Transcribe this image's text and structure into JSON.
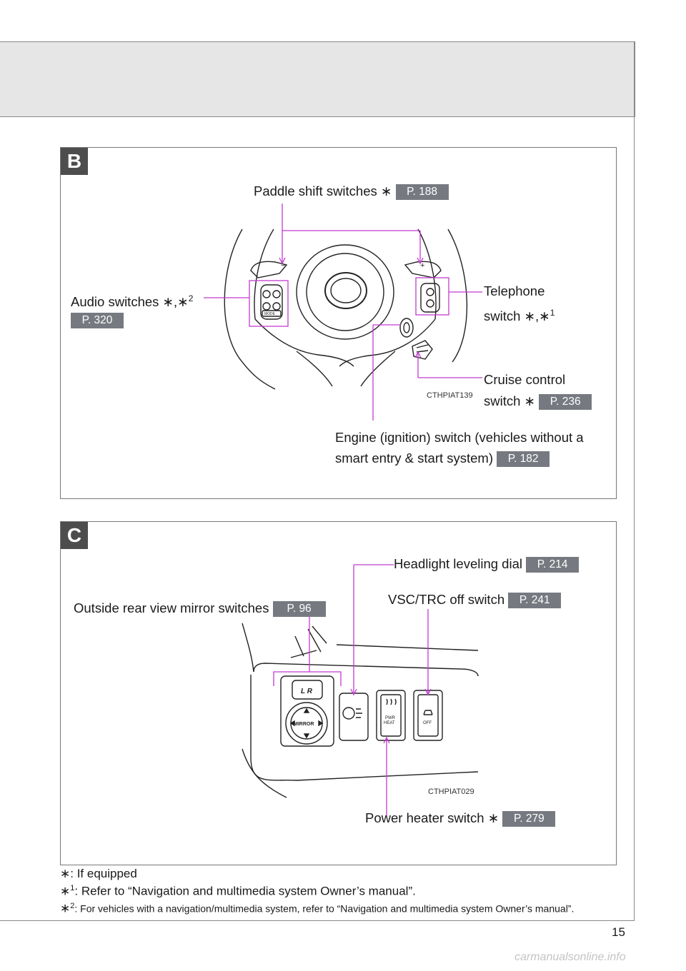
{
  "page_number": "15",
  "section_b": {
    "badge": "B",
    "paddle": {
      "text": "Paddle shift switches ∗",
      "ref": "P. 188"
    },
    "audio": {
      "text": "Audio switches ∗,∗",
      "sup": "2",
      "ref": "P. 320"
    },
    "telephone": {
      "line1": "Telephone",
      "line2": "switch ∗,∗",
      "sup": "1"
    },
    "cruise": {
      "line1": "Cruise control",
      "line2": "switch ∗",
      "ref": "P. 236"
    },
    "engine": {
      "line1": "Engine (ignition) switch (vehicles without a",
      "line2": "smart entry & start system)",
      "ref": "P. 182"
    },
    "illustration_code": "CTHPIAT139",
    "wheel_labels": {
      "minus": "−",
      "plus": "+",
      "mode": "MODE"
    }
  },
  "section_c": {
    "badge": "C",
    "headlight": {
      "text": "Headlight leveling dial",
      "ref": "P. 214"
    },
    "vsc": {
      "text": "VSC/TRC off switch",
      "ref": "P. 241"
    },
    "mirror": {
      "text": "Outside rear view mirror switches",
      "ref": "P. 96"
    },
    "heater": {
      "text": "Power heater switch ∗",
      "ref": "P. 279"
    },
    "illustration_code": "CTHPIAT029",
    "panel_labels": {
      "lr": "L   R",
      "mirror": "MIRROR",
      "pwr": "PWR",
      "heat": "HEAT",
      "off": "OFF"
    }
  },
  "footnotes": {
    "fn0": "∗: If equipped",
    "fn1_mark": "∗",
    "fn1_sup": "1",
    "fn1": ": Refer to “Navigation and multimedia system Owner’s manual”.",
    "fn2_mark": "∗",
    "fn2_sup": "2",
    "fn2": ": For vehicles with a navigation/multimedia system, refer to “Navigation and multimedia system Owner’s manual”."
  },
  "watermark": "carmanualsonline.info",
  "colors": {
    "callout": "#c43bd0",
    "badge": "#4d4d4d",
    "page_ref": "#767a80",
    "header_band": "#e6e6e6"
  }
}
